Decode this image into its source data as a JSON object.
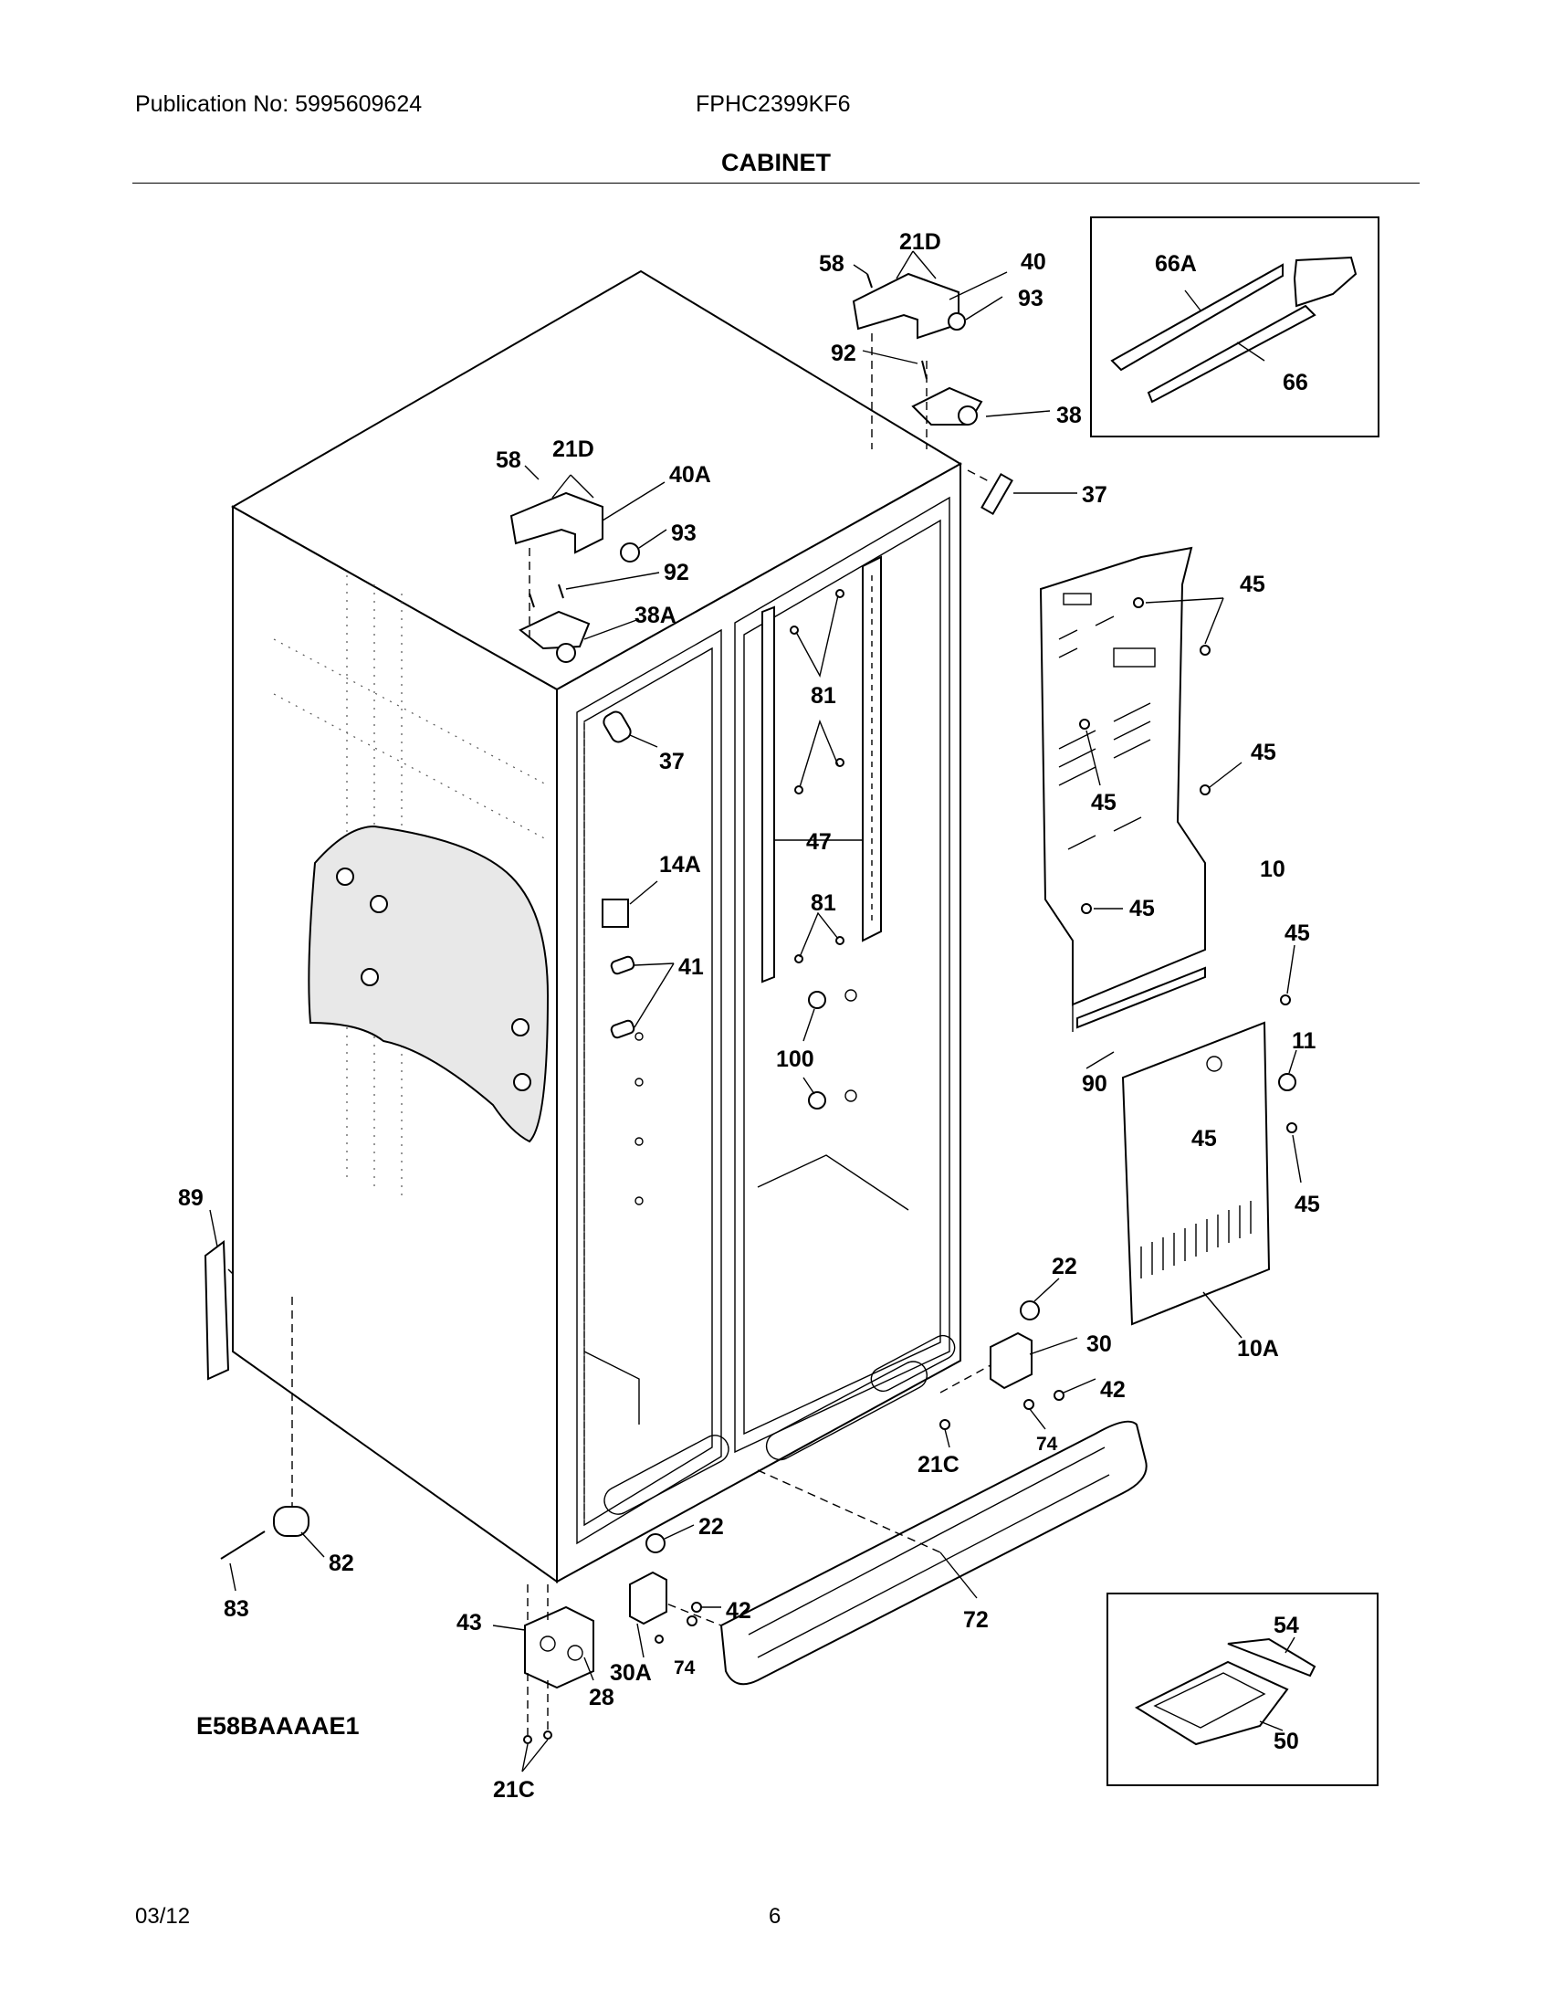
{
  "header": {
    "publication": "Publication No: 5995609624",
    "model": "FPHC2399KF6",
    "title": "CABINET"
  },
  "diagram_code": "E58BAAAAE1",
  "footer": {
    "date": "03/12",
    "page": "6"
  },
  "callouts": {
    "c21D_top": "21D",
    "c58_top": "58",
    "c40": "40",
    "c93_top": "93",
    "c92_top": "92",
    "c38": "38",
    "c37_top": "37",
    "c66A": "66A",
    "c66": "66",
    "c58_left": "58",
    "c21D_left": "21D",
    "c40A": "40A",
    "c93_left": "93",
    "c92_left": "92",
    "c38A": "38A",
    "c37_left": "37",
    "c14A": "14A",
    "c41": "41",
    "c81_top": "81",
    "c47": "47",
    "c81_bottom": "81",
    "c100": "100",
    "c45_a": "45",
    "c45_b": "45",
    "c45_c": "45",
    "c45_d": "45",
    "c45_e": "45",
    "c45_f": "45",
    "c45_g": "45",
    "c10": "10",
    "c11": "11",
    "c90": "90",
    "c10A": "10A",
    "c89": "89",
    "c22_right": "22",
    "c30": "30",
    "c42_right": "42",
    "c74_right": "74",
    "c21C_right": "21C",
    "c72": "72",
    "c22_left": "22",
    "c42_left": "42",
    "c74_left": "74",
    "c30A": "30A",
    "c43": "43",
    "c28": "28",
    "c21C_bottom": "21C",
    "c82": "82",
    "c83": "83",
    "c54": "54",
    "c50": "50"
  }
}
